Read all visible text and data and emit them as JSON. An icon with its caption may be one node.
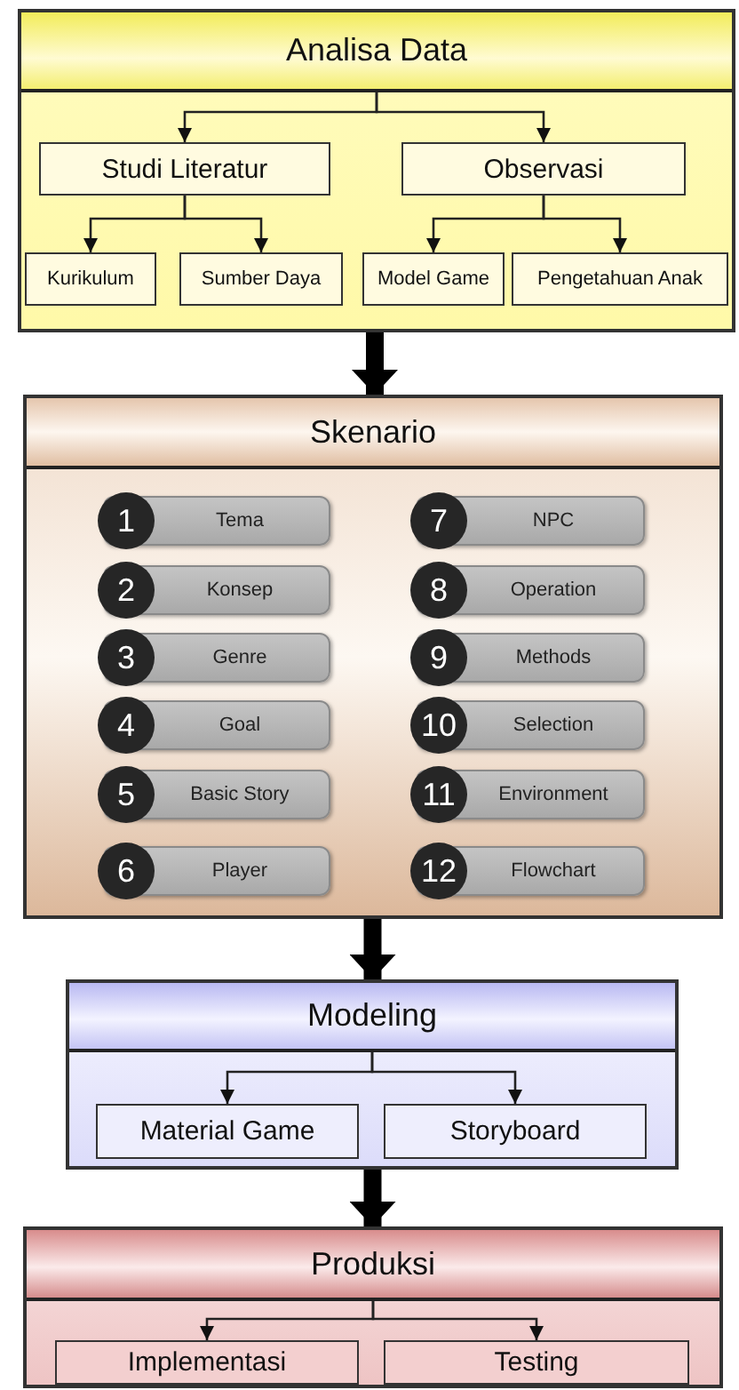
{
  "diagram": {
    "nodes": [
      {
        "text": [],
        "shape": "box"
      },
      {
        "text": [
          "Analisa Data"
        ],
        "in": 0
      },
      {
        "text": [
          "Studi Literatur"
        ],
        "in": 0
      },
      {
        "text": [
          "Observasi"
        ],
        "in": 0
      },
      {
        "text": [
          "Kurikulum"
        ],
        "in": 0
      },
      {
        "text": [
          "Sumber Daya"
        ],
        "in": 0
      },
      {
        "text": [
          "Model Game"
        ],
        "in": 0
      },
      {
        "text": [
          "Pengetahuan Anak"
        ],
        "in": 0
      },
      {
        "text": [],
        "shape": "box"
      },
      {
        "text": [
          "Skenario"
        ],
        "in": 8
      },
      {
        "text": [
          "1",
          "Tema"
        ],
        "in": 8
      },
      {
        "text": [
          "2",
          "Konsep"
        ],
        "in": 8
      },
      {
        "text": [
          "3",
          "Genre"
        ],
        "in": 8
      },
      {
        "text": [
          "4",
          "Goal"
        ],
        "in": 8
      },
      {
        "text": [
          "5",
          "Basic Story"
        ],
        "in": 8
      },
      {
        "text": [
          "6",
          "Player"
        ],
        "in": 8
      },
      {
        "text": [
          "7",
          "NPC"
        ],
        "in": 8
      },
      {
        "text": [
          "8",
          "Operation"
        ],
        "in": 8
      },
      {
        "text": [
          "9",
          "Methods"
        ],
        "in": 8
      },
      {
        "text": [
          "10",
          "Selection"
        ],
        "in": 8
      },
      {
        "text": [
          "11",
          "Environment"
        ],
        "in": 8
      },
      {
        "text": [
          "12",
          "Flowchart"
        ],
        "in": 8
      },
      {
        "text": [],
        "shape": "box"
      },
      {
        "text": [
          "Modeling"
        ],
        "in": 22
      },
      {
        "text": [
          "Material Game"
        ],
        "in": 22
      },
      {
        "text": [
          "Storyboard"
        ],
        "in": 22
      },
      {
        "text": [],
        "shape": "box"
      },
      {
        "text": [
          "Produksi"
        ],
        "in": 26
      },
      {
        "text": [
          "Implementasi"
        ],
        "in": 26
      },
      {
        "text": [
          "Testing"
        ],
        "in": 26
      }
    ],
    "edges": [
      {
        "from": 1,
        "to": 2,
        "arrow": "to"
      },
      {
        "from": 1,
        "to": 3,
        "arrow": "to"
      },
      {
        "from": 2,
        "to": 4,
        "arrow": "to"
      },
      {
        "from": 2,
        "to": 5,
        "arrow": "to"
      },
      {
        "from": 3,
        "to": 6,
        "arrow": "to"
      },
      {
        "from": 3,
        "to": 7,
        "arrow": "to"
      },
      {
        "from": 0,
        "to": 8,
        "arrow": "to",
        "style": "thick"
      },
      {
        "from": 8,
        "to": 22,
        "arrow": "to",
        "style": "thick"
      },
      {
        "from": 23,
        "to": 24,
        "arrow": "to"
      },
      {
        "from": 23,
        "to": 25,
        "arrow": "to"
      },
      {
        "from": 22,
        "to": 26,
        "arrow": "to",
        "style": "thick"
      },
      {
        "from": 27,
        "to": 28,
        "arrow": "to"
      },
      {
        "from": 27,
        "to": 29,
        "arrow": "to"
      }
    ]
  }
}
